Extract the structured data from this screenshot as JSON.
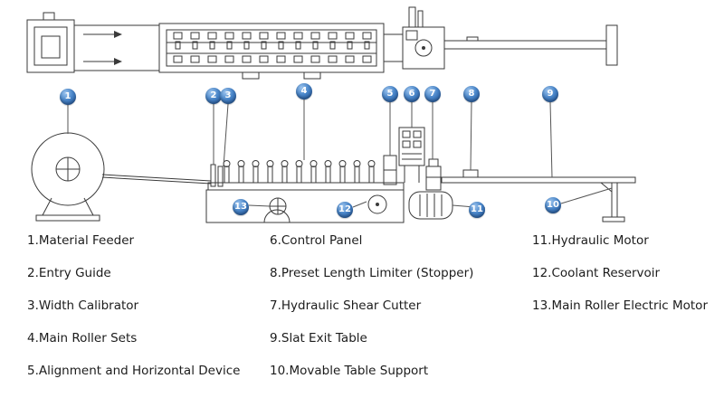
{
  "callouts": {
    "c1": "1",
    "c2": "2",
    "c3": "3",
    "c4": "4",
    "c5": "5",
    "c6": "6",
    "c7": "7",
    "c8": "8",
    "c9": "9",
    "c10": "10",
    "c11": "11",
    "c12": "12",
    "c13": "13"
  },
  "legend": {
    "col1": [
      "1.Material Feeder",
      "2.Entry Guide",
      "3.Width Calibrator",
      "4.Main Roller Sets",
      "5.Alignment and Horizontal Device"
    ],
    "col2": [
      "6.Control Panel",
      "8.Preset Length Limiter (Stopper)",
      "7.Hydraulic Shear Cutter",
      "9.Slat Exit Table",
      "10.Movable Table Support"
    ],
    "col3": [
      "11.Hydraulic Motor",
      "12.Coolant Reservoir",
      "13.Main Roller Electric Motor"
    ]
  },
  "colors": {
    "callout_blue": "#1b4e94",
    "line": "#3a3a3a",
    "text": "#1c1c1c"
  }
}
